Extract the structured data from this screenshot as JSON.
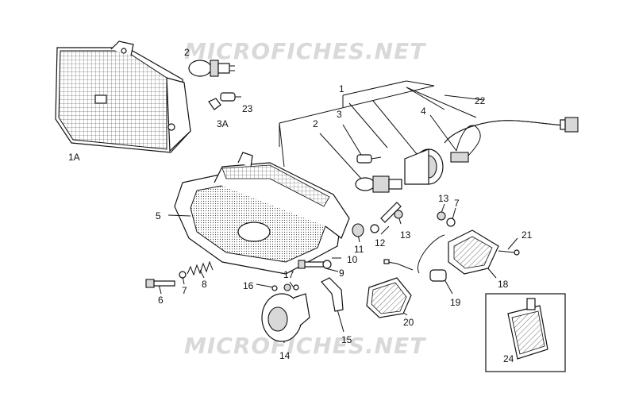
{
  "watermark": {
    "top": "MICROFICHES.NET",
    "bottom": "MICROFICHES.NET"
  },
  "callouts": [
    {
      "id": "c-1a",
      "text": "1A"
    },
    {
      "id": "c-2a",
      "text": "2"
    },
    {
      "id": "c-23",
      "text": "23"
    },
    {
      "id": "c-3a",
      "text": "3A"
    },
    {
      "id": "c-1",
      "text": "1"
    },
    {
      "id": "c-22",
      "text": "22"
    },
    {
      "id": "c-2b",
      "text": "2"
    },
    {
      "id": "c-3",
      "text": "3"
    },
    {
      "id": "c-4",
      "text": "4"
    },
    {
      "id": "c-5",
      "text": "5"
    },
    {
      "id": "c-13a",
      "text": "13"
    },
    {
      "id": "c-7a",
      "text": "7"
    },
    {
      "id": "c-13b",
      "text": "13"
    },
    {
      "id": "c-11",
      "text": "11"
    },
    {
      "id": "c-12",
      "text": "12"
    },
    {
      "id": "c-21",
      "text": "21"
    },
    {
      "id": "c-10",
      "text": "10"
    },
    {
      "id": "c-9",
      "text": "9"
    },
    {
      "id": "c-8",
      "text": "8"
    },
    {
      "id": "c-7b",
      "text": "7"
    },
    {
      "id": "c-6",
      "text": "6"
    },
    {
      "id": "c-17",
      "text": "17"
    },
    {
      "id": "c-16",
      "text": "16"
    },
    {
      "id": "c-18",
      "text": "18"
    },
    {
      "id": "c-19",
      "text": "19"
    },
    {
      "id": "c-20",
      "text": "20"
    },
    {
      "id": "c-15",
      "text": "15"
    },
    {
      "id": "c-14",
      "text": "14"
    },
    {
      "id": "c-24",
      "text": "24"
    }
  ]
}
